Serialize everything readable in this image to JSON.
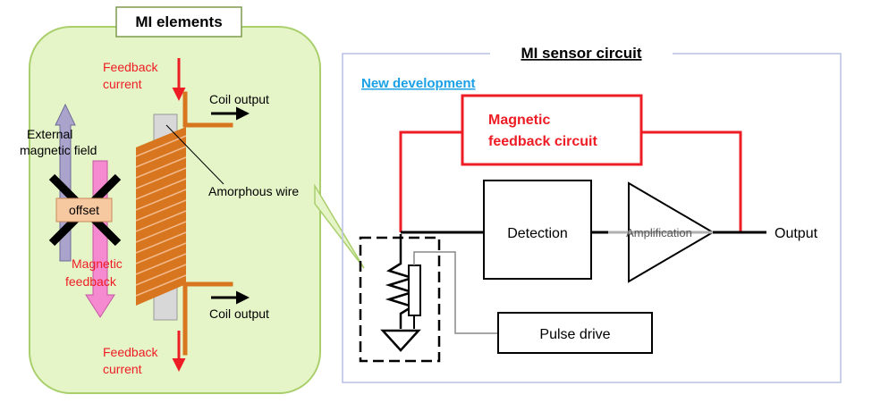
{
  "mi_elements": {
    "title": "MI elements",
    "feedback_current_top": [
      "Feedback",
      "current"
    ],
    "feedback_current_bottom": [
      "Feedback",
      "current"
    ],
    "coil_output_top": "Coil output",
    "coil_output_bottom": "Coil output",
    "external_field": [
      "External",
      "magnetic field"
    ],
    "offset": "offset",
    "magnetic_feedback": [
      "Magnetic",
      "feedback"
    ],
    "amorphous_wire": "Amorphous wire"
  },
  "sensor_circuit": {
    "title": "MI sensor circuit",
    "new_development": "New development",
    "magnetic_feedback_circuit": [
      "Magnetic",
      "feedback circuit"
    ],
    "detection": "Detection",
    "amplification": "Amplification",
    "output": "Output",
    "pulse_drive": "Pulse drive"
  },
  "colors": {
    "panel_green": "#e6f5c8",
    "panel_border": "#a9cf6c",
    "feedback_red": "#ee1c24",
    "coil_orange": "#d7761f",
    "field_purple": "#aaa4cc",
    "feedback_pink": "#f58ad0",
    "offset_tan": "#f7c9a0",
    "link_blue": "#1aa0e6",
    "box_border": "#b8bfe6"
  }
}
